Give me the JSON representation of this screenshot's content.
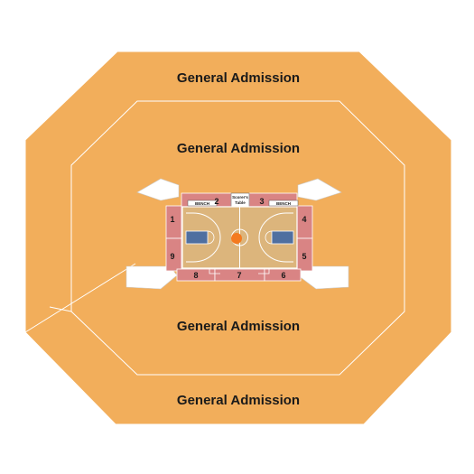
{
  "map": {
    "zones": {
      "ga_top_outer": "General Admission",
      "ga_top_inner": "General Admission",
      "ga_bottom_inner": "General Admission",
      "ga_bottom_outer": "General Admission"
    },
    "sections": {
      "s1": "1",
      "s2": "2",
      "s3": "3",
      "s4": "4",
      "s5": "5",
      "s6": "6",
      "s7": "7",
      "s8": "8",
      "s9": "9"
    },
    "court_labels": {
      "bench_left": "BENCH",
      "bench_right": "BENCH",
      "scorers_table_line1": "Scorer's",
      "scorers_table_line2": "Table"
    }
  },
  "colors": {
    "general_admission": "#f2ae5b",
    "section": "#d98484",
    "court_wood": "#dcb57c",
    "court_lane": "#4f6fa0",
    "ball": "#f47a1f"
  }
}
